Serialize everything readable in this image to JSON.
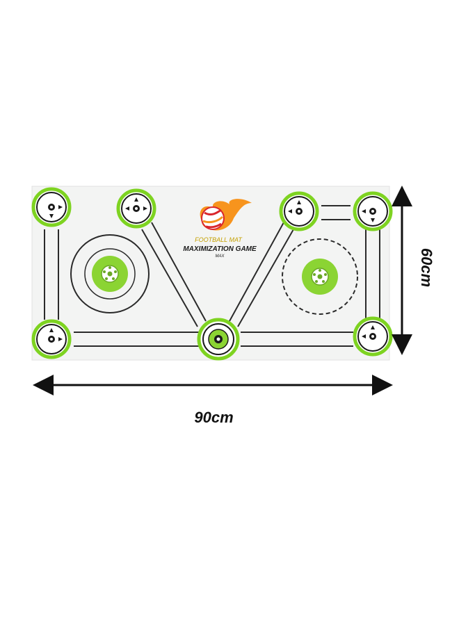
{
  "mat": {
    "brand_line": "FOOTBALL MAT",
    "title": "MAXIMIZATION GAME",
    "subtitle": "MAX",
    "colors": {
      "mat_background": "#f3f4f3",
      "ring_green": "#7ed321",
      "ball_green": "#8bd433",
      "line_dark": "#2a2a2a",
      "logo_red": "#d9262c",
      "logo_orange": "#f7941d"
    }
  },
  "dimensions": {
    "width_label": "90cm",
    "height_label": "60cm"
  }
}
